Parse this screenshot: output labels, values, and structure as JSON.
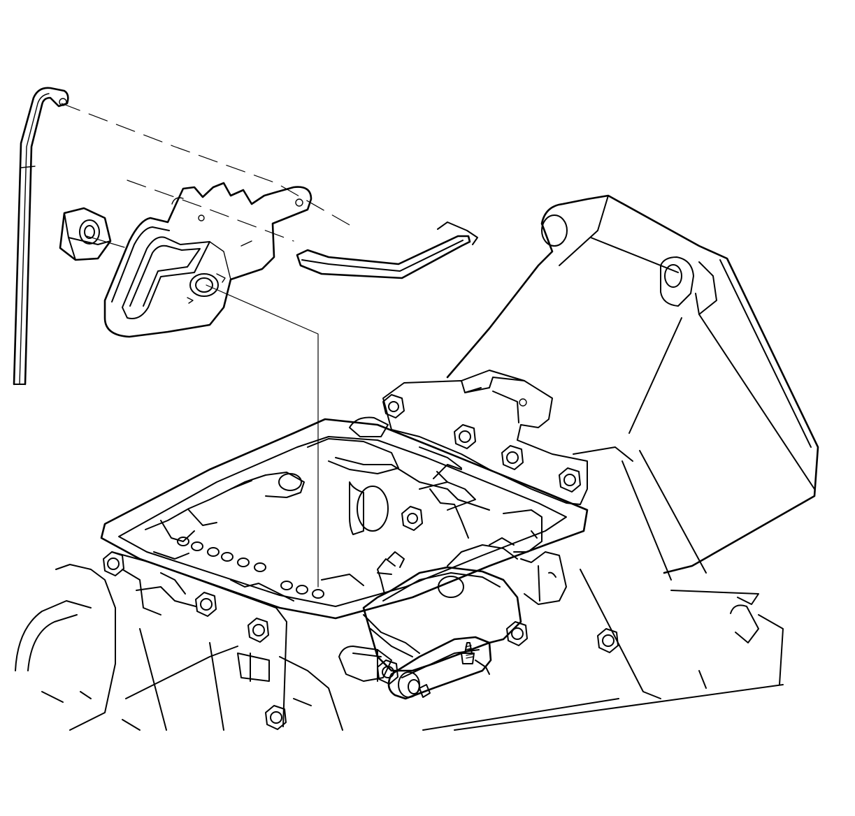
{
  "figure": {
    "kind": "technical exploded-view line illustration",
    "line_color": "#000000",
    "background": "#ffffff"
  },
  "parts": [
    {
      "name": "shift-cable-rod"
    },
    {
      "name": "retaining-nut"
    },
    {
      "name": "detent-lever"
    },
    {
      "name": "detent-spring"
    },
    {
      "name": "manual-valve-link"
    },
    {
      "name": "transmission-case"
    },
    {
      "name": "valve-body-gasket-surface"
    },
    {
      "name": "park-neutral-position-switch"
    },
    {
      "name": "mounting-bracket"
    },
    {
      "name": "bolt-heads"
    }
  ]
}
